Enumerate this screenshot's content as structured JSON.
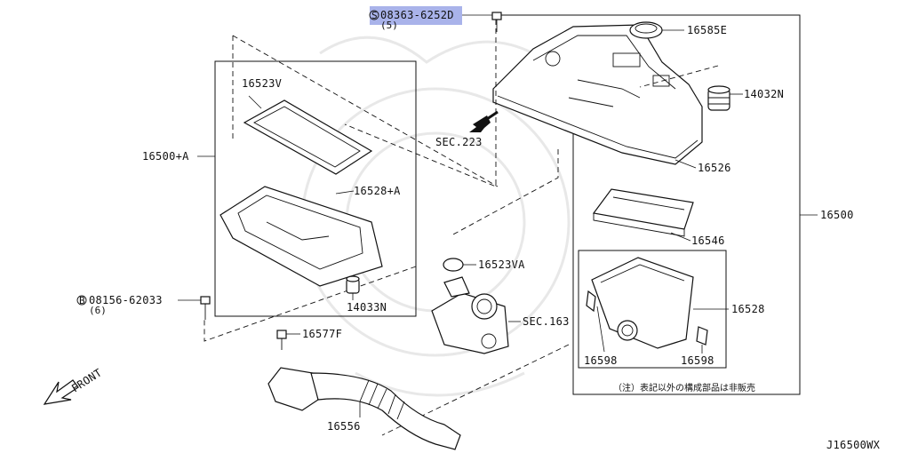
{
  "diagram": {
    "labels": {
      "bolt_top": "08363-6252D",
      "bolt_top_prefix": "S",
      "bolt_top_qty": "(5)",
      "p16585E": "16585E",
      "p14032N": "14032N",
      "p16526": "16526",
      "p16500": "16500",
      "p16546": "16546",
      "p16528": "16528",
      "p16598a": "16598",
      "p16598b": "16598",
      "p16523V": "16523V",
      "p16500A": "16500+A",
      "p16528A": "16528+A",
      "p14033N": "14033N",
      "bolt_left": "08156-62033",
      "bolt_left_prefix": "B",
      "bolt_left_qty": "(6)",
      "sec223": "SEC.223",
      "p16523VA": "16523VA",
      "sec163": "SEC.163",
      "p16577F": "16577F",
      "p16556": "16556",
      "front": "FRONT",
      "note": "（注）表記以外の構成部品は非販売",
      "diagram_code": "J16500WX"
    },
    "highlight_color": "#9aa6e6"
  }
}
